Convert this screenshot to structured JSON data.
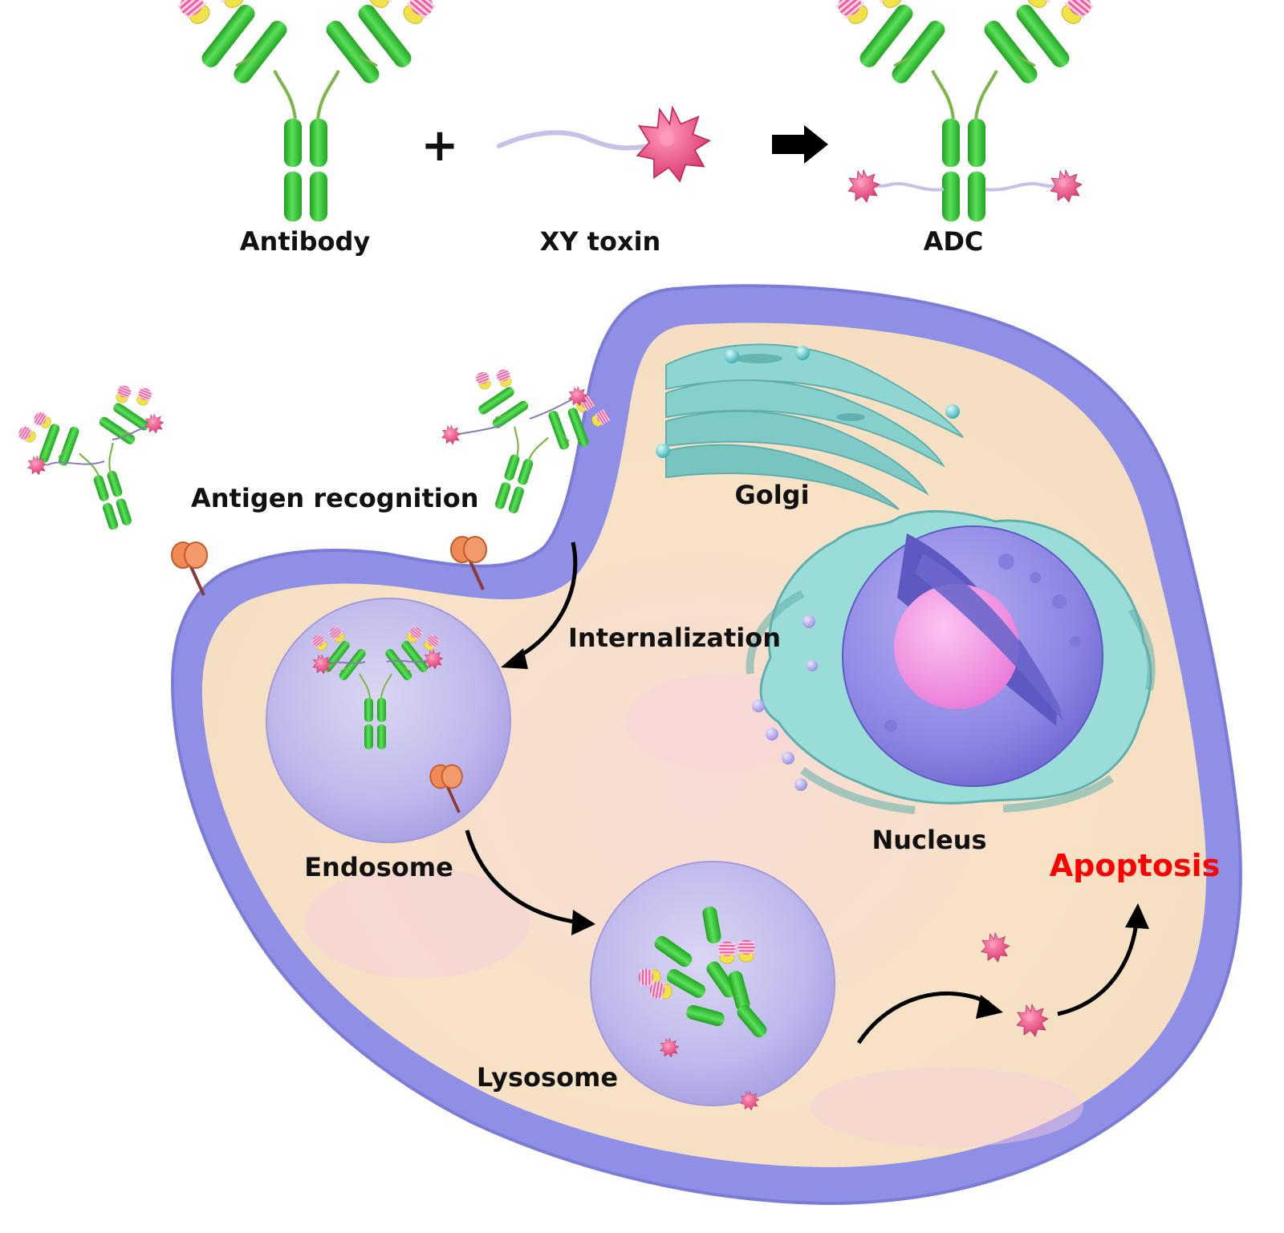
{
  "top_row": {
    "antibody_label": "Antibody",
    "plus_sign": "+",
    "toxin_label": "XY toxin",
    "adc_label": "ADC"
  },
  "cell": {
    "antigen_recognition_label": "Antigen recognition",
    "internalization_label": "Internalization",
    "golgi_label": "Golgi",
    "nucleus_label": "Nucleus",
    "endosome_label": "Endosome",
    "lysosome_label": "Lysosome",
    "apoptosis_label": "Apoptosis"
  },
  "colors": {
    "antibody_green": "#33cc33",
    "toxin_pink": "#ee5588",
    "membrane_purple": "#8f8fe6",
    "cytoplasm": "#f8e3c8",
    "golgi_teal": "#8fd6d2",
    "nucleus_purple": "#8c86e3",
    "nucleolus_pink": "#f08be0",
    "receptor_orange": "#f08a55",
    "apoptosis_red": "#ff0000"
  }
}
